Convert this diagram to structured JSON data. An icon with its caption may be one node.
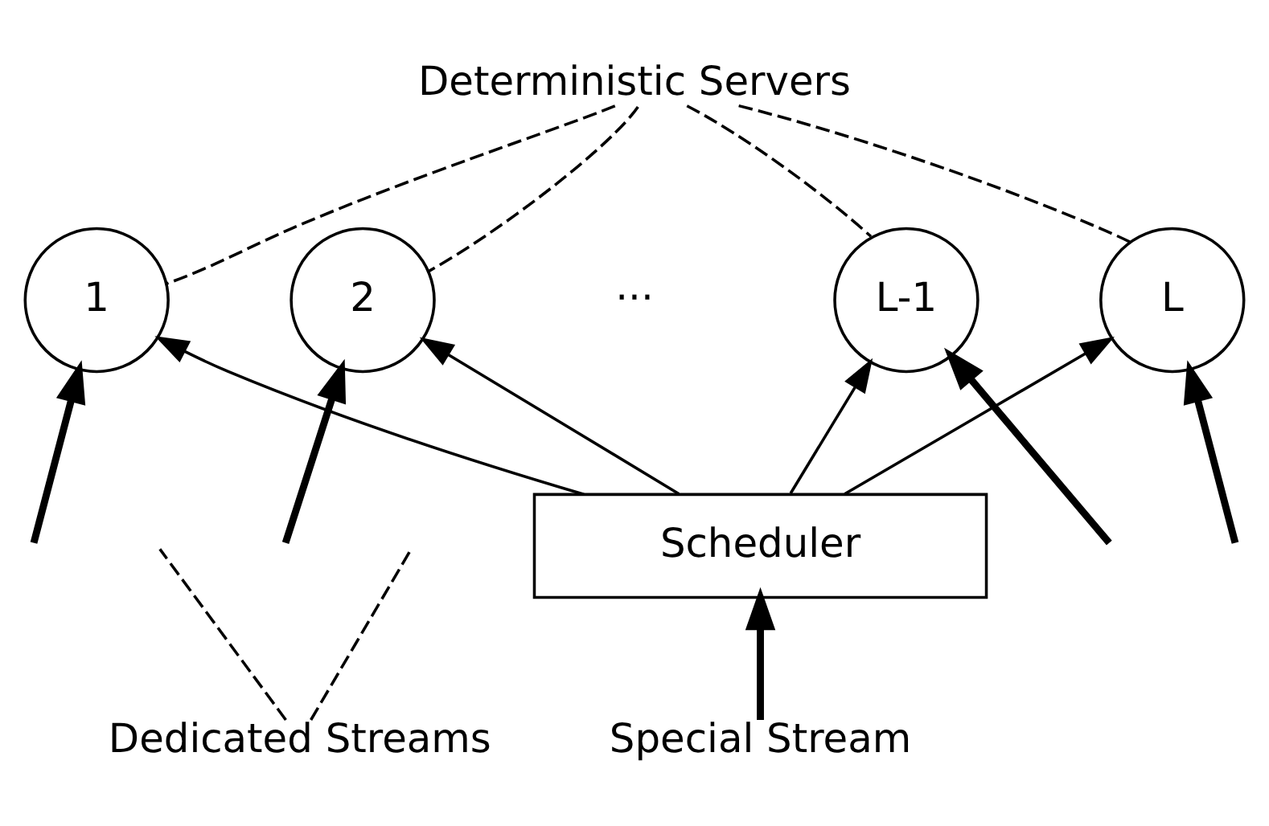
{
  "diagram": {
    "nodes": [
      {
        "text": [
          "Deterministic Servers"
        ]
      },
      {
        "text": [
          "1"
        ]
      },
      {
        "text": [
          "2"
        ]
      },
      {
        "text": [
          "L-1"
        ]
      },
      {
        "text": [
          "L"
        ]
      },
      {
        "text": [
          "Scheduler"
        ]
      },
      {
        "text": [
          "Dedicated Streams"
        ]
      },
      {
        "text": [
          "Special Stream"
        ]
      }
    ],
    "edges": [
      {
        "from": 0,
        "to": 1,
        "arrow": "none",
        "style": "dashed"
      },
      {
        "from": 0,
        "to": 2,
        "arrow": "none",
        "style": "dashed"
      },
      {
        "from": 0,
        "to": 3,
        "arrow": "none",
        "style": "dashed"
      },
      {
        "from": 0,
        "to": 4,
        "arrow": "none",
        "style": "dashed"
      },
      {
        "from": 5,
        "to": 1,
        "arrow": "to"
      },
      {
        "from": 5,
        "to": 2,
        "arrow": "to"
      },
      {
        "from": 5,
        "to": 3,
        "arrow": "to"
      },
      {
        "from": 5,
        "to": 4,
        "arrow": "to"
      },
      {
        "from": null,
        "to": 1,
        "arrow": "to",
        "style": "thick"
      },
      {
        "from": null,
        "to": 2,
        "arrow": "to",
        "style": "thick"
      },
      {
        "from": null,
        "to": 3,
        "arrow": "to",
        "style": "thick"
      },
      {
        "from": null,
        "to": 4,
        "arrow": "to",
        "style": "thick"
      },
      {
        "from": 7,
        "to": 5,
        "arrow": "to",
        "style": "thick"
      },
      {
        "from": 6,
        "to": null,
        "arrow": "none",
        "style": "dashed"
      },
      {
        "from": 6,
        "to": null,
        "arrow": "none",
        "style": "dashed"
      }
    ],
    "labels": [
      "···"
    ]
  }
}
